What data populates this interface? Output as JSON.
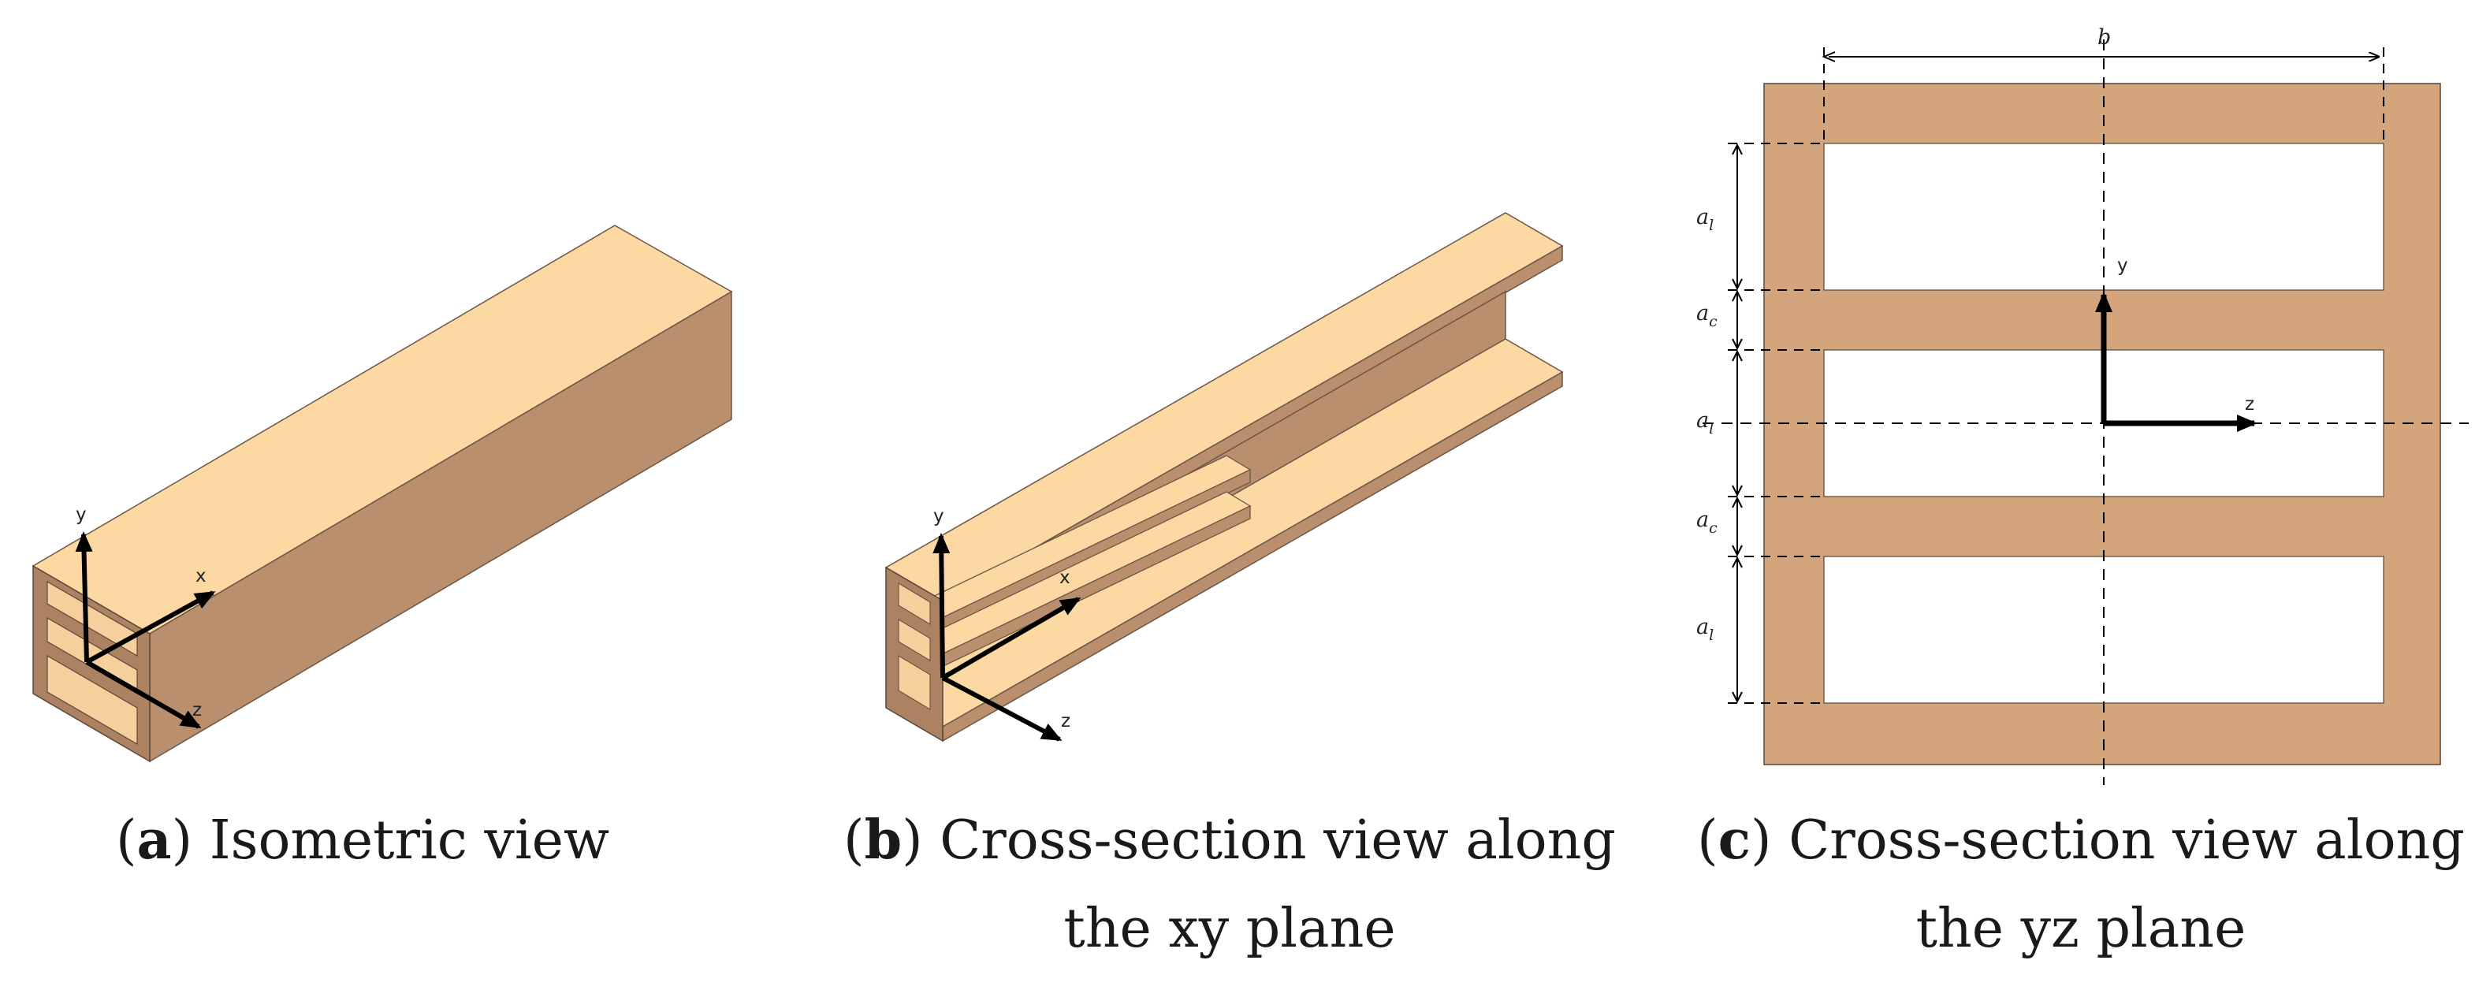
{
  "figure": {
    "colors": {
      "top": "#FCD9A2",
      "side": "#B98F6D",
      "front": "#AC8263",
      "inner_light": "#F6D09C",
      "section": "#D4A47D",
      "axis": "#000000",
      "dashed": "#000000"
    },
    "panel_a": {
      "caption_letter": "a",
      "caption_text": ") Isometric view",
      "axes": {
        "x": "x",
        "y": "y",
        "z": "z"
      }
    },
    "panel_b": {
      "caption_letter": "b",
      "caption_line1": ") Cross-section view along",
      "caption_line2": "the xy plane",
      "axes": {
        "x": "x",
        "y": "y",
        "z": "z"
      }
    },
    "panel_c": {
      "caption_letter": "c",
      "caption_line1": ") Cross-section view along",
      "caption_line2": "the yz plane",
      "axes": {
        "y": "y",
        "z": "z"
      },
      "dimensions": {
        "b": "b",
        "a_base": "a",
        "sub_l": "l",
        "sub_c": "c"
      }
    }
  }
}
